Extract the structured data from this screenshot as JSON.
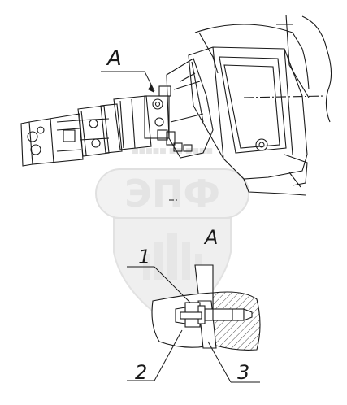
{
  "drawing": {
    "view_label_top": "A",
    "view_label_detail": "A",
    "callouts": [
      "1",
      "2",
      "3"
    ]
  },
  "watermark": {
    "text": "ЭПФ",
    "small_text": "■■■■■ ■■ ■■■■"
  },
  "colors": {
    "line": "#1a1a1a",
    "watermark": "#e4e4e4",
    "background": "#ffffff"
  }
}
